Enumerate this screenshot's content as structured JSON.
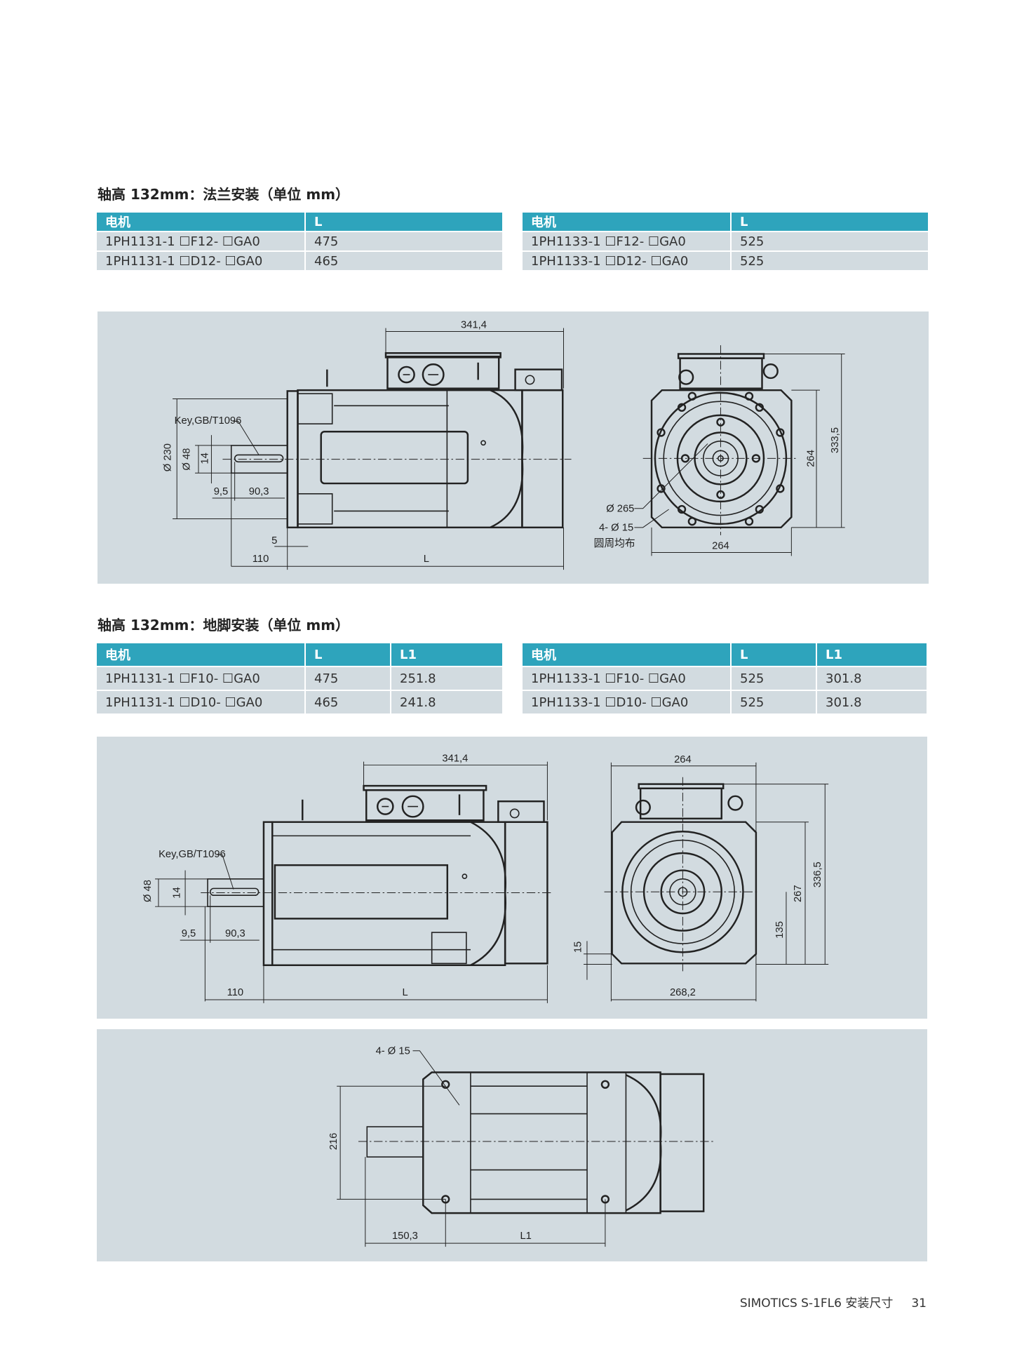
{
  "flange_section": {
    "title": "轴高 132mm：法兰安装（单位 mm）",
    "table_left": {
      "headers": [
        "电机",
        "L"
      ],
      "rows": [
        [
          "1PH1131-1 ☐F12- ☐GA0",
          "475"
        ],
        [
          "1PH1131-1 ☐D12- ☐GA0",
          "465"
        ]
      ]
    },
    "table_right": {
      "headers": [
        "电机",
        "L"
      ],
      "rows": [
        [
          "1PH1133-1 ☐F12- ☐GA0",
          "525"
        ],
        [
          "1PH1133-1 ☐D12- ☐GA0",
          "525"
        ]
      ]
    },
    "drawing": {
      "box_width": "341,4",
      "flange_dia": "Ø 230",
      "shaft_dia": "Ø 48",
      "key_width": "14",
      "key_offset": "9,5",
      "key_length": "90,3",
      "flange_thk": "5",
      "shaft_len": "110",
      "length": "L",
      "key_label": "Key,GB/T1096",
      "front_height": "264",
      "total_height": "333,5",
      "front_width": "264",
      "pcd": "Ø 265",
      "holes": "4- Ø 15",
      "holes_note": "圆周均布"
    }
  },
  "foot_section": {
    "title": "轴高 132mm：地脚安装（单位 mm）",
    "table_left": {
      "headers": [
        "电机",
        "L",
        "L1"
      ],
      "rows": [
        [
          "1PH1131-1 ☐F10- ☐GA0",
          "475",
          "251.8"
        ],
        [
          "1PH1131-1 ☐D10- ☐GA0",
          "465",
          "241.8"
        ]
      ]
    },
    "table_right": {
      "headers": [
        "电机",
        "L",
        "L1"
      ],
      "rows": [
        [
          "1PH1133-1 ☐F10- ☐GA0",
          "525",
          "301.8"
        ],
        [
          "1PH1133-1 ☐D10- ☐GA0",
          "525",
          "301.8"
        ]
      ]
    },
    "drawing": {
      "box_width": "341,4",
      "shaft_dia": "Ø 48",
      "key_width": "14",
      "key_offset": "9,5",
      "key_length": "90,3",
      "shaft_len": "110",
      "length": "L",
      "key_label": "Key,GB/T1096",
      "front_width_top": "264",
      "total_height": "336,5",
      "body_height": "267",
      "shaft_height": "135",
      "foot_thk": "15",
      "foot_width": "268,2",
      "top_holes": "4- Ø 15",
      "foot_span": "216",
      "foot_offset": "150,3",
      "foot_len": "L1"
    }
  },
  "footer": {
    "text": "SIMOTICS S-1FL6 安装尺寸",
    "page": "31"
  }
}
